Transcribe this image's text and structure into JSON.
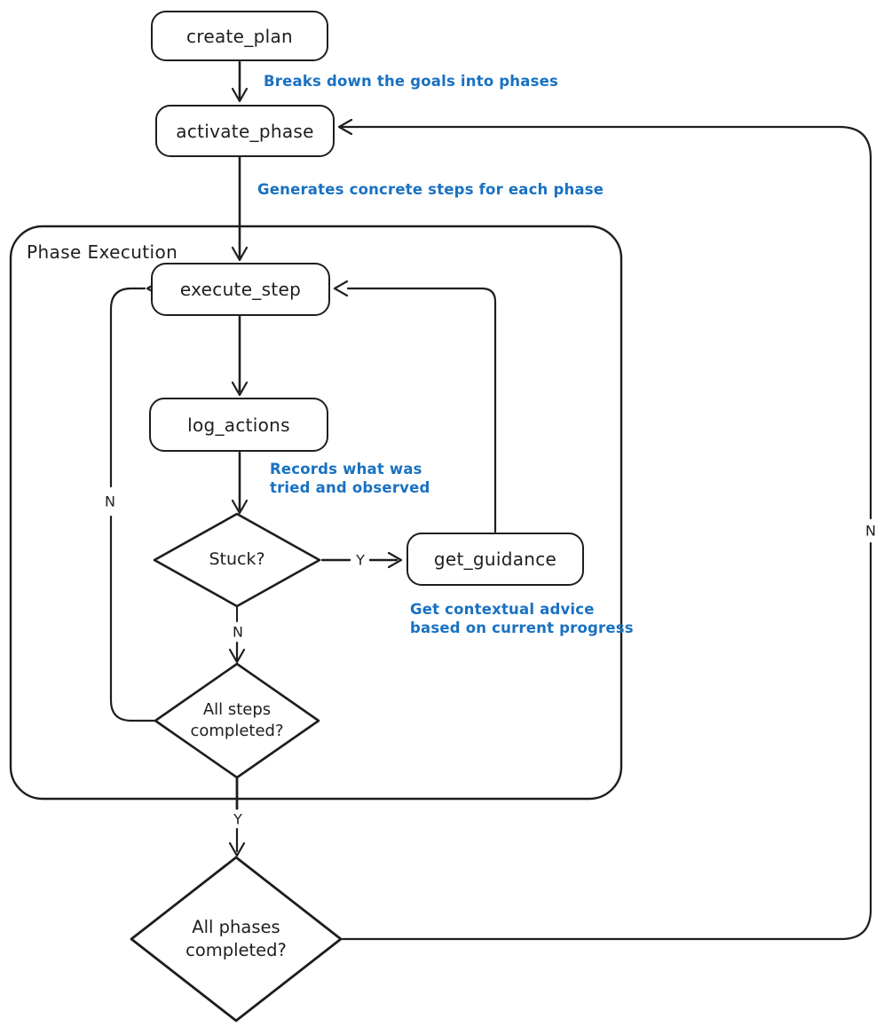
{
  "diagram": {
    "group": {
      "label": "Phase Execution"
    },
    "nodes": {
      "create_plan": "create_plan",
      "activate_phase": "activate_phase",
      "execute_step": "execute_step",
      "log_actions": "log_actions",
      "get_guidance": "get_guidance",
      "stuck": "Stuck?",
      "all_steps": "All steps\ncompleted?",
      "all_phases": "All phases\ncompleted?"
    },
    "annotations": {
      "breaks_down": "Breaks down the goals into phases",
      "generates": "Generates concrete steps for each phase",
      "records": "Records what was\ntried and observed",
      "advice": "Get contextual advice\nbased on current progress"
    },
    "edge_labels": {
      "yes": "Y",
      "no": "N"
    },
    "colors": {
      "stroke": "#1e1e1e",
      "annotation_blue": "#1971c2",
      "background": "#ffffff"
    }
  }
}
